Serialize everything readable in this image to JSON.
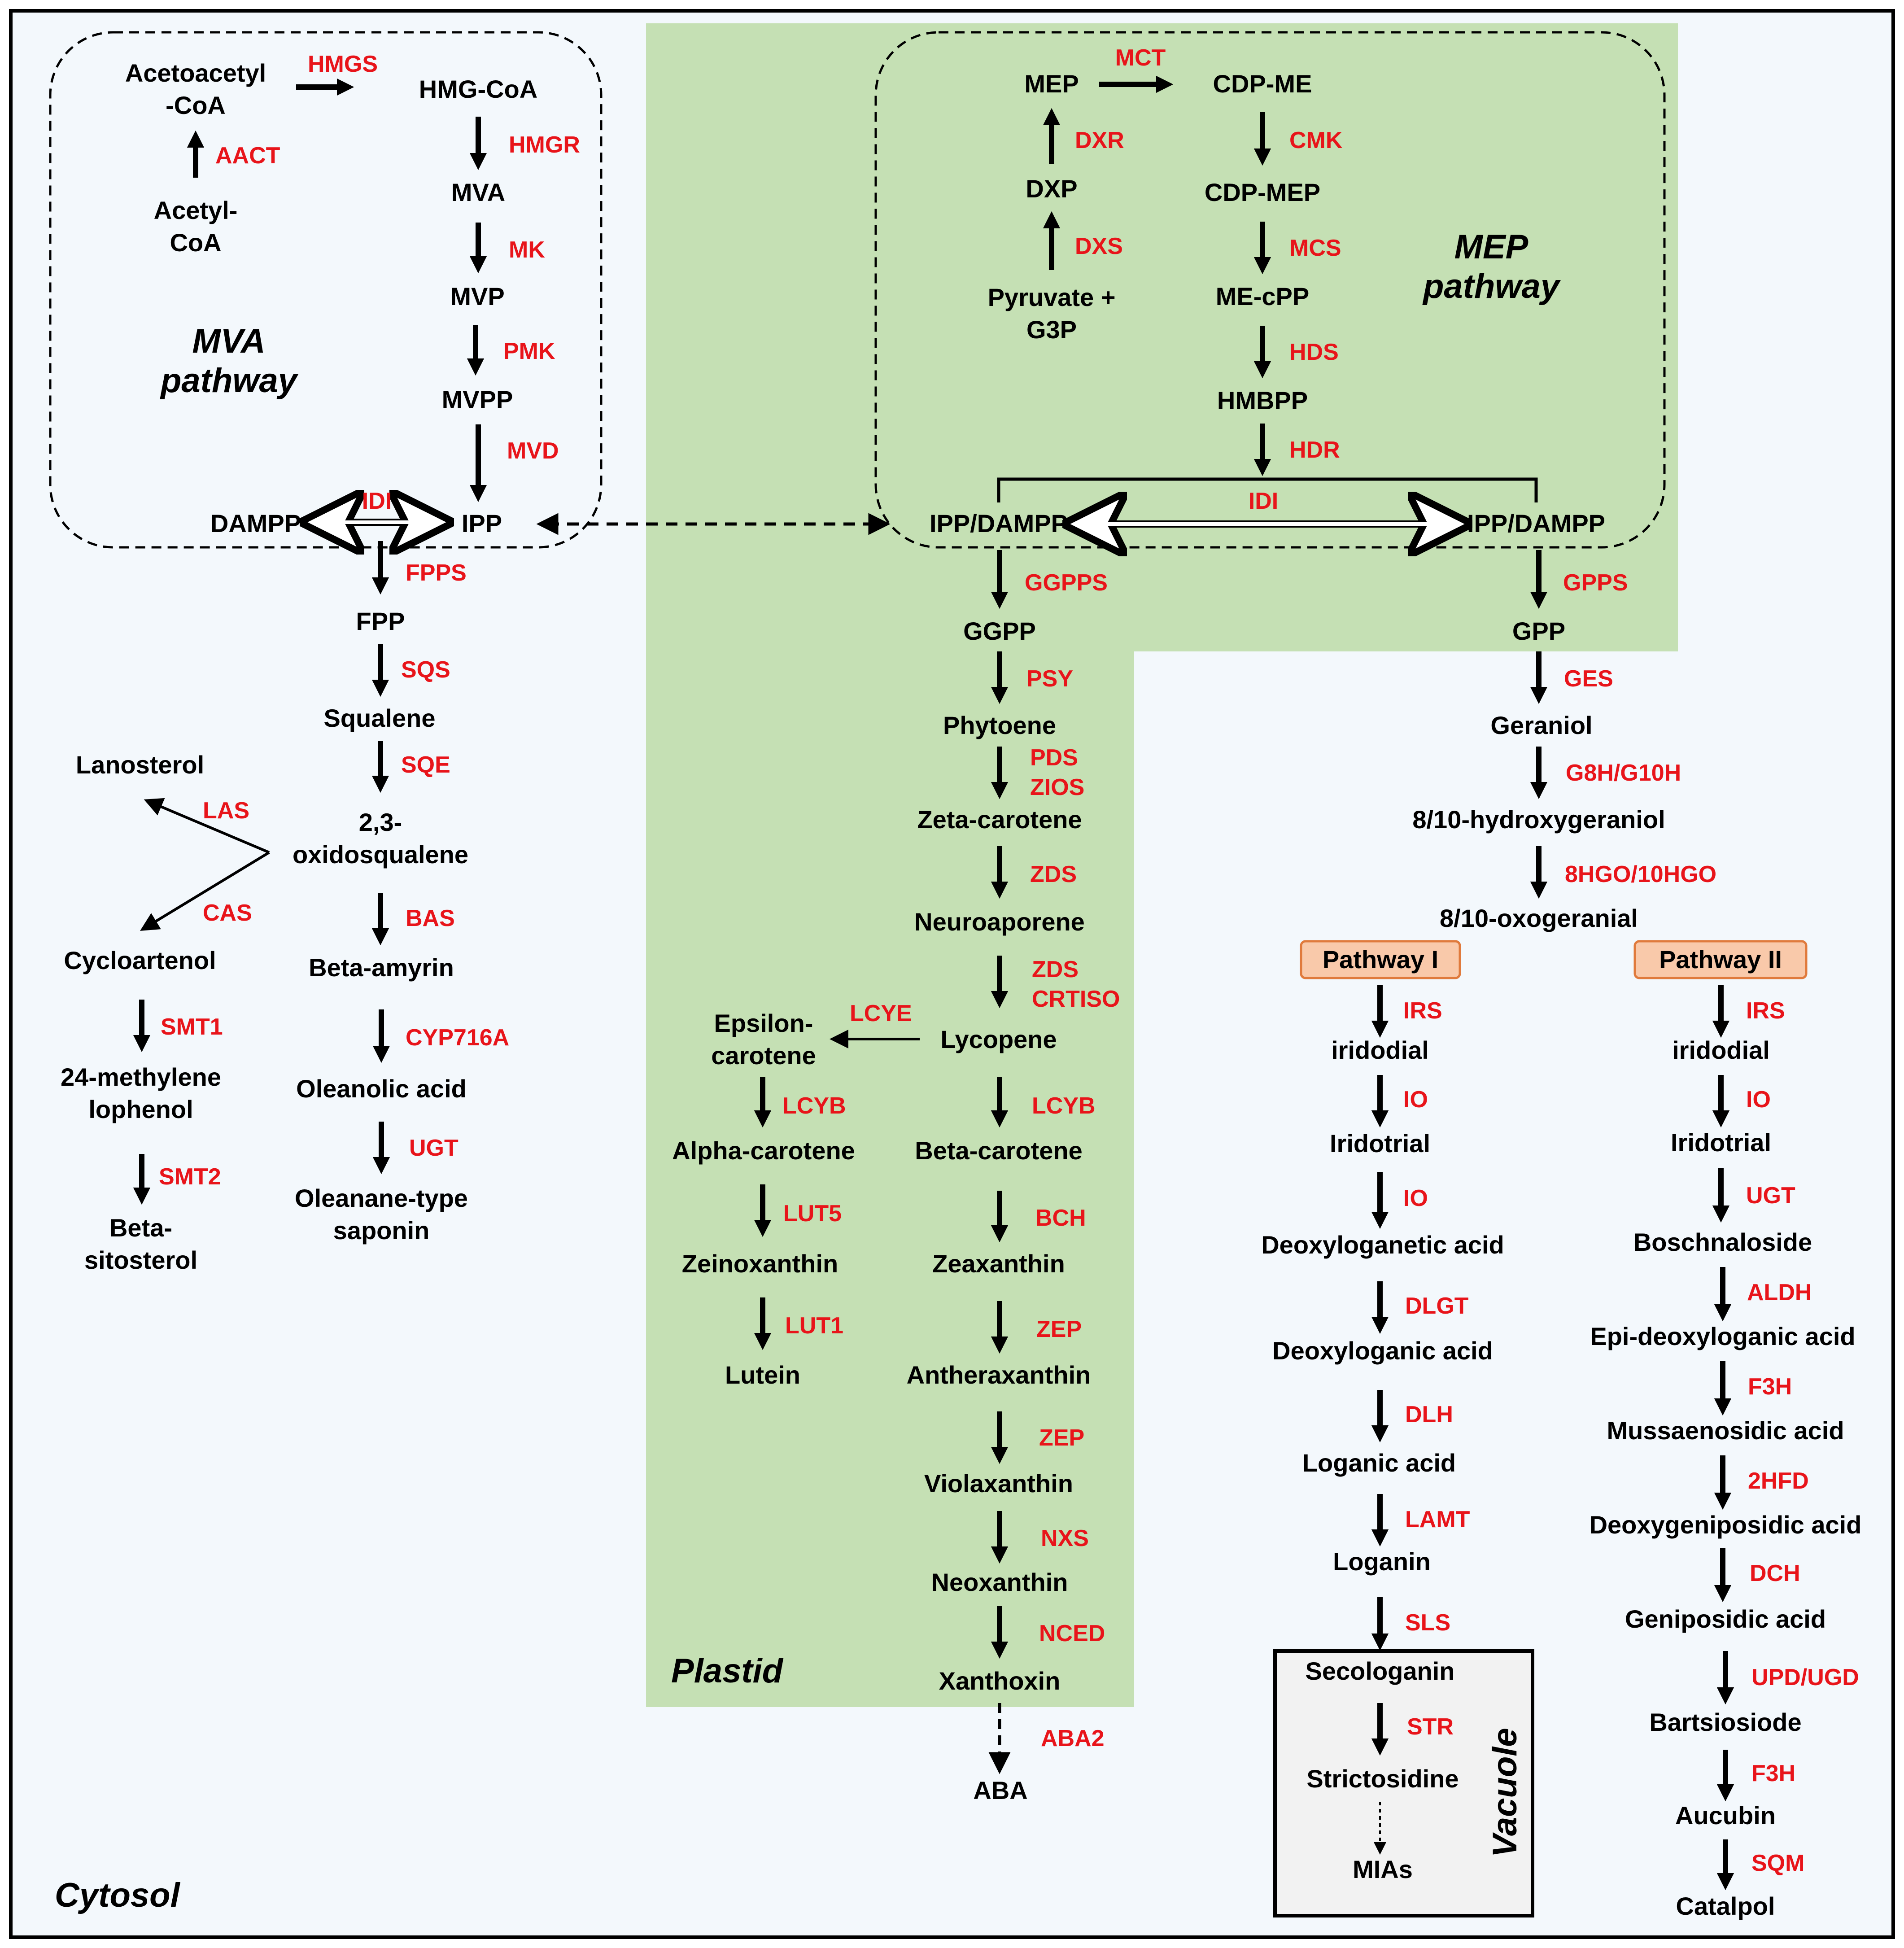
{
  "regions": {
    "cytosol": "Cytosol",
    "plastid": "Plastid",
    "vacuole": "Vacuole",
    "mva_pathway": [
      "MVA",
      "pathway"
    ],
    "mep_pathway": [
      "MEP",
      "pathway"
    ]
  },
  "branches": {
    "pathway_1": "Pathway I",
    "pathway_2": "Pathway II"
  },
  "colors": {
    "plastid": "#c5e0b4",
    "cytosol": "#f3f8fc",
    "enzyme": "#e8141a",
    "branch_box": "#f9c9aa",
    "branch_border": "#e07a3c",
    "vacuole": "#f2f2f2"
  },
  "metabolites": {
    "acetoacetyl_coa": [
      "Acetoacetyl",
      "-CoA"
    ],
    "hmg_coa": "HMG-CoA",
    "acetyl_coa": [
      "Acetyl-",
      "CoA"
    ],
    "mva": "MVA",
    "mvp": "MVP",
    "mvpp": "MVPP",
    "dampp": "DAMPP",
    "ipp": "IPP",
    "fpp": "FPP",
    "squalene": "Squalene",
    "lanosterol": "Lanosterol",
    "oxidosqualene": [
      "2,3-",
      "oxidosqualene"
    ],
    "cycloartenol": "Cycloartenol",
    "beta_amyrin": "Beta-amyrin",
    "methylene_lophenol": [
      "24-methylene",
      "lophenol"
    ],
    "oleanolic_acid": "Oleanolic acid",
    "beta_sitosterol": [
      "Beta-",
      "sitosterol"
    ],
    "oleanane_saponin": [
      "Oleanane-type",
      "saponin"
    ],
    "mep": "MEP",
    "cdp_me": "CDP-ME",
    "dxp": "DXP",
    "cdp_mep": "CDP-MEP",
    "pyruvate_g3p": [
      "Pyruvate +",
      "G3P"
    ],
    "me_cpp": "ME-cPP",
    "hmbpp": "HMBPP",
    "ipp_dampp_left": "IPP/DAMPP",
    "ipp_dampp_right": "IPP/DAMPP",
    "ggpp": "GGPP",
    "gpp": "GPP",
    "phytoene": "Phytoene",
    "zeta_carotene": "Zeta-carotene",
    "neuroaporene": "Neuroaporene",
    "epsilon_carotene": [
      "Epsilon-",
      "carotene"
    ],
    "lycopene": "Lycopene",
    "alpha_carotene": "Alpha-carotene",
    "beta_carotene": "Beta-carotene",
    "zeinoxanthin": "Zeinoxanthin",
    "zeaxanthin": "Zeaxanthin",
    "lutein": "Lutein",
    "antheraxanthin": "Antheraxanthin",
    "violaxanthin": "Violaxanthin",
    "neoxanthin": "Neoxanthin",
    "xanthoxin": "Xanthoxin",
    "aba": "ABA",
    "geraniol": "Geraniol",
    "hydroxygeraniol": "8/10-hydroxygeraniol",
    "oxogeranial": "8/10-oxogeranial",
    "iridodial_1": "iridodial",
    "iridotrial_1": "Iridotrial",
    "deoxyloganetic_acid": "Deoxyloganetic acid",
    "deoxyloganic_acid": "Deoxyloganic acid",
    "loganic_acid": "Loganic acid",
    "loganin": "Loganin",
    "secologanin": "Secologanin",
    "strictosidine": "Strictosidine",
    "mias": "MIAs",
    "iridodial_2": "iridodial",
    "iridotrial_2": "Iridotrial",
    "boschnaloside": "Boschnaloside",
    "epi_deoxyloganic_acid": "Epi-deoxyloganic acid",
    "mussaenosidic_acid": "Mussaenosidic acid",
    "deoxygeniposidic_acid": "Deoxygeniposidic acid",
    "geniposidic_acid": "Geniposidic acid",
    "bartsiosiode": "Bartsiosiode",
    "aucubin": "Aucubin",
    "catalpol": "Catalpol"
  },
  "enzymes": {
    "hmgs": "HMGS",
    "aact": "AACT",
    "hmgr": "HMGR",
    "mk": "MK",
    "pmk": "PMK",
    "mvd": "MVD",
    "idi_mva": "IDI",
    "fpps": "FPPS",
    "sqs": "SQS",
    "sqe": "SQE",
    "las": "LAS",
    "cas": "CAS",
    "bas": "BAS",
    "smt1": "SMT1",
    "cyp716a": "CYP716A",
    "ugt_saponin": "UGT",
    "smt2": "SMT2",
    "mct": "MCT",
    "dxr": "DXR",
    "cmk": "CMK",
    "dxs": "DXS",
    "mcs": "MCS",
    "hds": "HDS",
    "hdr": "HDR",
    "idi_mep": "IDI",
    "ggpps": "GGPPS",
    "gpps": "GPPS",
    "psy": "PSY",
    "pds": "PDS",
    "zios": "ZIOS",
    "zds_1": "ZDS",
    "zds_2": "ZDS",
    "crtiso": "CRTISO",
    "lcye": "LCYE",
    "lcyb_1": "LCYB",
    "lcyb_2": "LCYB",
    "lut5": "LUT5",
    "bch": "BCH",
    "lut1": "LUT1",
    "zep_1": "ZEP",
    "zep_2": "ZEP",
    "nxs": "NXS",
    "nced": "NCED",
    "aba2": "ABA2",
    "ges": "GES",
    "g8h": "G8H/G10H",
    "hgo": "8HGO/10HGO",
    "irs_1": "IRS",
    "io_1": "IO",
    "io_2": "IO",
    "dlgt": "DLGT",
    "dlh": "DLH",
    "lamt": "LAMT",
    "sls": "SLS",
    "str": "STR",
    "irs_2": "IRS",
    "io_3": "IO",
    "ugt_2": "UGT",
    "aldh": "ALDH",
    "f3h_1": "F3H",
    "hfd": "2HFD",
    "dch": "DCH",
    "upd": "UPD/UGD",
    "f3h_2": "F3H",
    "sqm": "SQM"
  }
}
